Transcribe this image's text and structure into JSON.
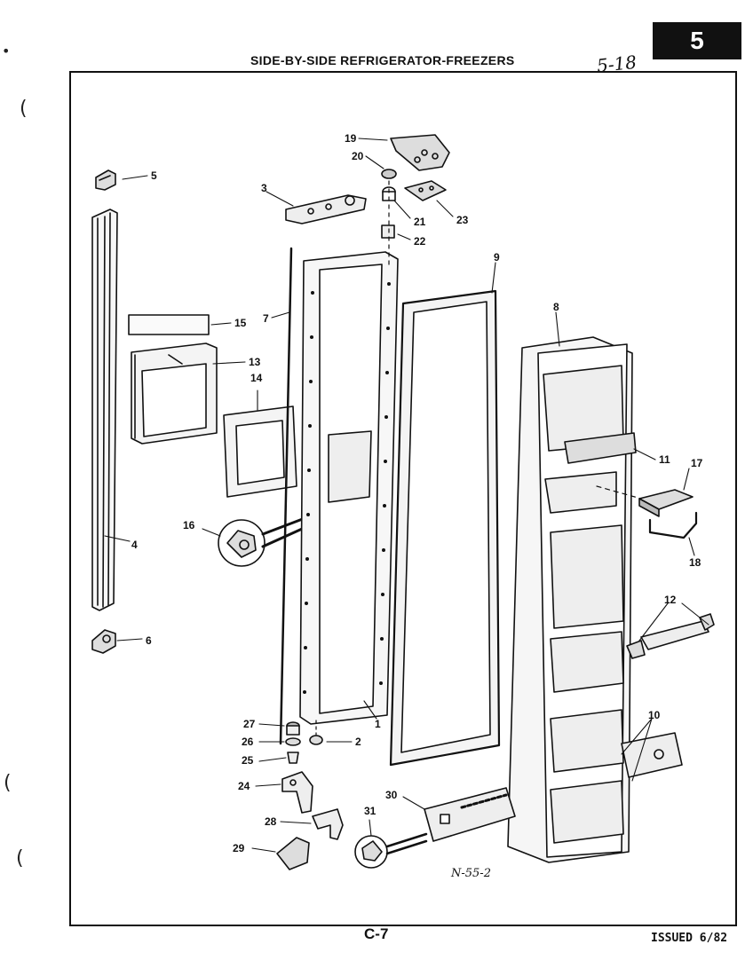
{
  "header": {
    "page_number": "5",
    "title": "SIDE-BY-SIDE REFRIGERATOR-FREEZERS",
    "handwritten_ref": "5-18"
  },
  "diagram": {
    "drawing_number": "N-55-2",
    "callouts": [
      {
        "id": "c1",
        "label": "1"
      },
      {
        "id": "c2",
        "label": "2"
      },
      {
        "id": "c3",
        "label": "3"
      },
      {
        "id": "c4",
        "label": "4"
      },
      {
        "id": "c5",
        "label": "5"
      },
      {
        "id": "c6",
        "label": "6"
      },
      {
        "id": "c7",
        "label": "7"
      },
      {
        "id": "c8",
        "label": "8"
      },
      {
        "id": "c9",
        "label": "9"
      },
      {
        "id": "c10",
        "label": "10"
      },
      {
        "id": "c11",
        "label": "11"
      },
      {
        "id": "c12",
        "label": "12"
      },
      {
        "id": "c13",
        "label": "13"
      },
      {
        "id": "c14",
        "label": "14"
      },
      {
        "id": "c15",
        "label": "15"
      },
      {
        "id": "c16",
        "label": "16"
      },
      {
        "id": "c17",
        "label": "17"
      },
      {
        "id": "c18",
        "label": "18"
      },
      {
        "id": "c19",
        "label": "19"
      },
      {
        "id": "c20",
        "label": "20"
      },
      {
        "id": "c21",
        "label": "21"
      },
      {
        "id": "c22",
        "label": "22"
      },
      {
        "id": "c23",
        "label": "23"
      },
      {
        "id": "c24",
        "label": "24"
      },
      {
        "id": "c25",
        "label": "25"
      },
      {
        "id": "c26",
        "label": "26"
      },
      {
        "id": "c27",
        "label": "27"
      },
      {
        "id": "c28",
        "label": "28"
      },
      {
        "id": "c29",
        "label": "29"
      },
      {
        "id": "c30",
        "label": "30"
      },
      {
        "id": "c31",
        "label": "31"
      }
    ]
  },
  "footer": {
    "page_code": "C-7",
    "issued": "ISSUED 6/82"
  }
}
